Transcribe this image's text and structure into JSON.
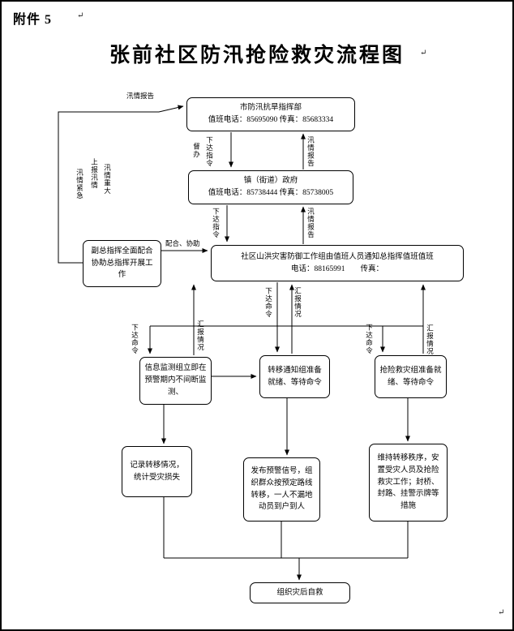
{
  "page": {
    "attachment_label": "附件 5",
    "title": "张前社区防汛抢险救灾流程图",
    "pilcrow": "↵"
  },
  "colors": {
    "ink": "#000000",
    "paper": "#ffffff"
  },
  "nodes": {
    "hq": {
      "name": "市防汛抗旱指挥部",
      "phone": "值班电话：85695090 传真：85683334"
    },
    "town": {
      "name": "镇（街道）政府",
      "phone": "值班电话：85738444 传真：85738005"
    },
    "community": {
      "line1": "社区山洪灾害防御工作组由值班人员通知总指挥值班值班",
      "line2": "电话：88165991　　传真："
    },
    "deputy": {
      "text": "副总指挥全面配合协助总指挥开展工作"
    },
    "monitor": {
      "text": "信息监测组立即在预警期内不间断监测、"
    },
    "transfer": {
      "text": "转移通知组准备就绪、等待命令"
    },
    "rescue": {
      "text": "抢险救灾组准备就绪、等待命令"
    },
    "record": {
      "text": "记录转移情况，统计受灾损失"
    },
    "warning": {
      "text": "发布预警信号，组织群众按预定路线转移，一人不漏地动员到户到人"
    },
    "order": {
      "text": "维持转移秩序，安置受灾人员及抢险救灾工作；封桥、封路、挂警示牌等措施"
    },
    "self_rescue": {
      "text": "组织灾后自救"
    }
  },
  "edge_labels": {
    "report_top": "汛情报告",
    "supervise": "督办",
    "issue_order_1": "下达指令",
    "report_1": "汛情报告",
    "issue_order_2": "下达指令",
    "report_2": "汛情报告",
    "urgent_1": "汛情紧急",
    "urgent_2": "上报汛情",
    "urgent_3": "汛情重大",
    "coordinate": "配合、协助",
    "command_left": "下达命令",
    "feedback_left": "汇报情况",
    "command_mid": "下达命令",
    "feedback_mid": "汇报情况",
    "command_right": "下达命令",
    "feedback_right": "汇报情况"
  }
}
